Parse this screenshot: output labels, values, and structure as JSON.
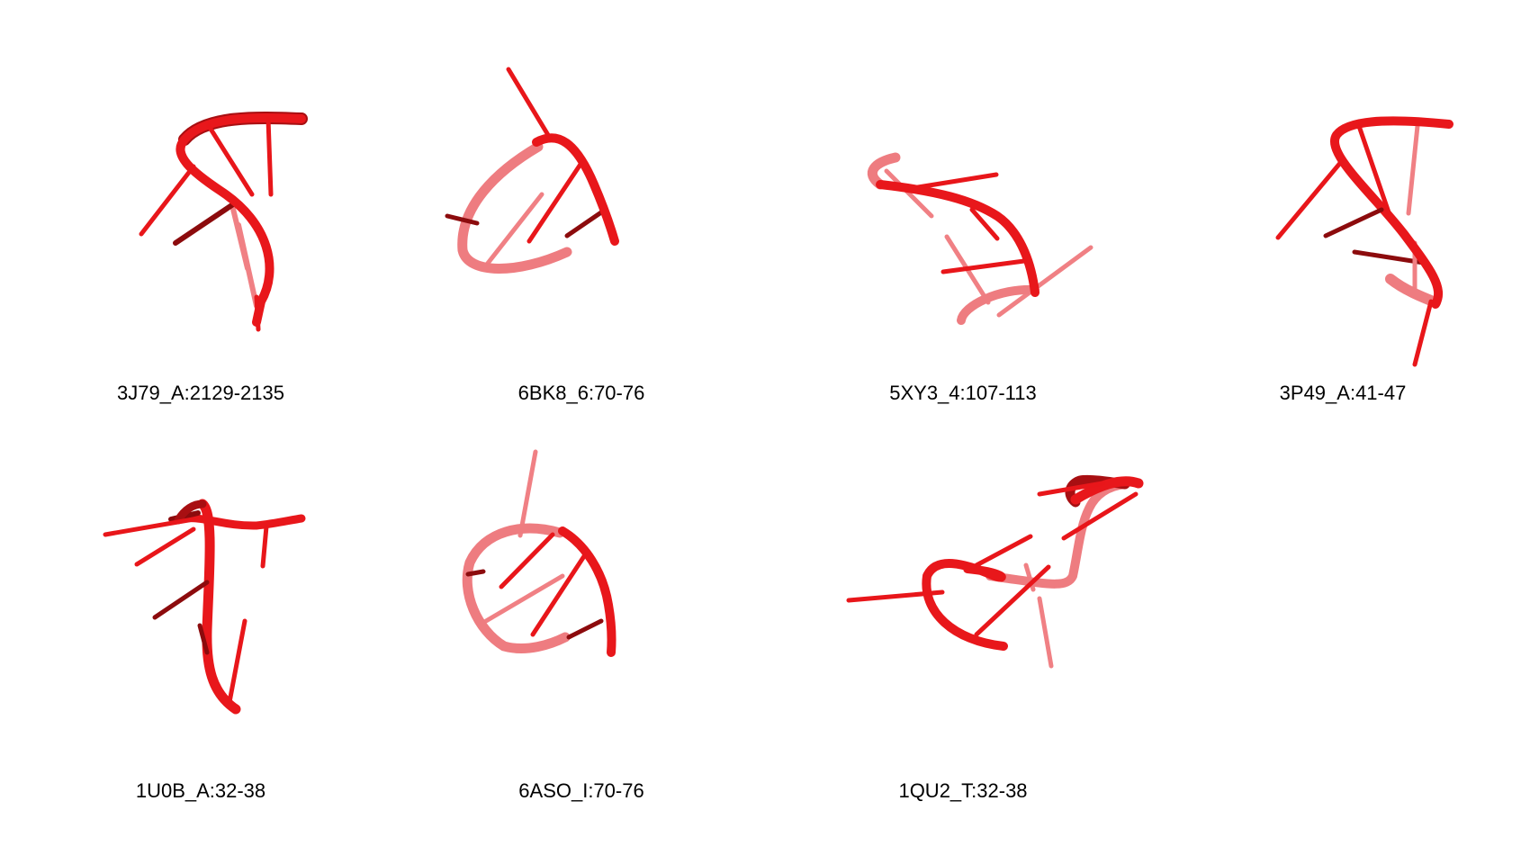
{
  "colors": {
    "background": "#ffffff",
    "backbone": "#e8171b",
    "backbone_shadow": "#a80f12",
    "backbone_faded": "#ee7c80",
    "base": "#e8161a",
    "base_dark": "#8c0b0d",
    "base_faded": "#f08084",
    "label": "#000000"
  },
  "panels": [
    {
      "id": "3J79",
      "label": "3J79_A:2129-2135"
    },
    {
      "id": "6BK8",
      "label": "6BK8_6:70-76"
    },
    {
      "id": "5XY3",
      "label": "5XY3_4:107-113"
    },
    {
      "id": "3P49",
      "label": "3P49_A:41-47"
    },
    {
      "id": "1U0B",
      "label": "1U0B_A:32-38"
    },
    {
      "id": "6ASO",
      "label": "6ASO_I:70-76"
    },
    {
      "id": "1QU2",
      "label": "1QU2_T:32-38"
    }
  ]
}
